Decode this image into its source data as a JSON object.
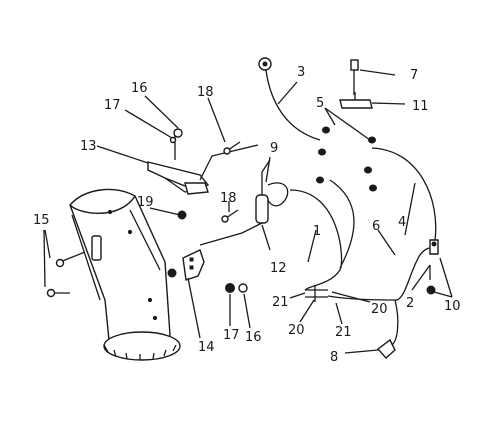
{
  "callouts": [
    {
      "id": "c1",
      "text": "1"
    },
    {
      "id": "c2",
      "text": "2"
    },
    {
      "id": "c3",
      "text": "3"
    },
    {
      "id": "c4",
      "text": "4"
    },
    {
      "id": "c5",
      "text": "5"
    },
    {
      "id": "c6",
      "text": "6"
    },
    {
      "id": "c7",
      "text": "7"
    },
    {
      "id": "c8",
      "text": "8"
    },
    {
      "id": "c9",
      "text": "9"
    },
    {
      "id": "c10",
      "text": "10"
    },
    {
      "id": "c11",
      "text": "11"
    },
    {
      "id": "c12",
      "text": "12"
    },
    {
      "id": "c13",
      "text": "13"
    },
    {
      "id": "c14",
      "text": "14"
    },
    {
      "id": "c15",
      "text": "15"
    },
    {
      "id": "c16a",
      "text": "16"
    },
    {
      "id": "c16b",
      "text": "16"
    },
    {
      "id": "c17a",
      "text": "17"
    },
    {
      "id": "c17b",
      "text": "17"
    },
    {
      "id": "c18a",
      "text": "18"
    },
    {
      "id": "c18b",
      "text": "18"
    },
    {
      "id": "c19",
      "text": "19"
    },
    {
      "id": "c20a",
      "text": "20"
    },
    {
      "id": "c20b",
      "text": "20"
    },
    {
      "id": "c21a",
      "text": "21"
    },
    {
      "id": "c21b",
      "text": "21"
    }
  ]
}
